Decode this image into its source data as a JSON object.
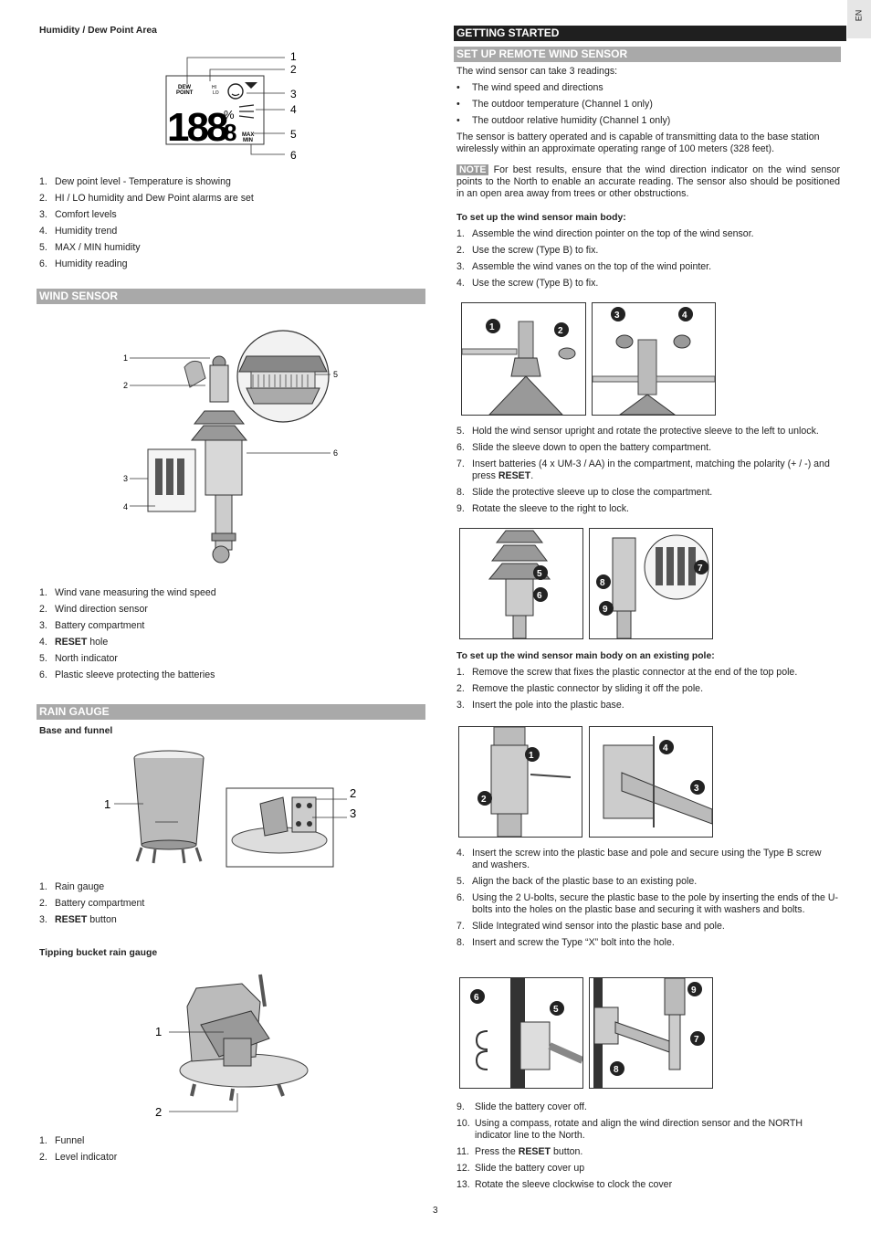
{
  "side_tab": "EN",
  "page_number": "3",
  "humidity": {
    "heading": "Humidity / Dew Point Area",
    "callouts": [
      "1",
      "2",
      "3",
      "4",
      "5",
      "6"
    ],
    "lcd": {
      "dew": "DEW",
      "point": "POINT",
      "hi": "HI",
      "lo": "LO",
      "digits": "188",
      "dec": "8",
      "pct": "%",
      "max": "MAX",
      "min": "MIN"
    },
    "items": [
      "Dew point level - Temperature is showing",
      "HI / LO humidity and Dew Point alarms are set",
      "Comfort levels",
      "Humidity trend",
      "MAX / MIN humidity",
      "Humidity reading"
    ]
  },
  "wind_sensor": {
    "heading": "WIND SENSOR",
    "callouts": [
      "1",
      "2",
      "3",
      "4",
      "5",
      "6"
    ],
    "items": [
      [
        "",
        "Wind vane measuring the wind speed",
        ""
      ],
      [
        "",
        "Wind direction sensor",
        ""
      ],
      [
        "",
        "Battery compartment",
        ""
      ],
      [
        "",
        "RESET",
        " hole"
      ],
      [
        "",
        "North indicator",
        ""
      ],
      [
        "",
        "Plastic sleeve protecting the batteries",
        ""
      ]
    ]
  },
  "rain_gauge": {
    "heading": "RAIN GAUGE",
    "sub1": "Base and funnel",
    "callouts1": [
      "1",
      "2",
      "3"
    ],
    "items1": [
      [
        "",
        "Rain gauge",
        ""
      ],
      [
        "",
        "Battery compartment",
        ""
      ],
      [
        "",
        "RESET",
        " button"
      ]
    ],
    "sub2": "Tipping bucket rain gauge",
    "callouts2": [
      "1",
      "2"
    ],
    "items2": [
      "Funnel",
      "Level indicator"
    ]
  },
  "getting_started": {
    "heading": "GETTING STARTED",
    "sub_heading": "SET UP REMOTE WIND SENSOR",
    "intro": "The wind sensor can take 3 readings:",
    "bullets": [
      "The wind speed and directions",
      "The outdoor temperature (Channel 1 only)",
      "The outdoor relative humidity (Channel 1 only)"
    ],
    "para": "The sensor is battery operated and is capable of transmitting data to the base station wirelessly within an approximate operating range of 100 meters (328 feet).",
    "note_label": "NOTE",
    "note_text": "For best results, ensure that the wind direction indicator on the wind sensor points to the North to enable an accurate reading. The sensor also should be positioned in an open area away from trees or other obstructions.",
    "sub_main": "To set up the wind sensor main body:",
    "steps1": [
      "Assemble the wind direction pointer on the top of the wind sensor.",
      "Use the screw (Type B) to fix.",
      "Assemble the wind vanes on the top of the wind pointer.",
      "Use the screw (Type B) to fix."
    ],
    "steps2": [
      [
        "Hold the wind sensor upright and rotate the protective sleeve to the left to unlock.",
        "",
        ""
      ],
      [
        "Slide the sleeve down to open the battery compartment.",
        "",
        ""
      ],
      [
        "Insert batteries (4 x UM-3 / AA) in the compartment, matching the polarity (+ / -) and press ",
        "RESET",
        "."
      ],
      [
        "Slide the protective sleeve up to close the compartment.",
        "",
        ""
      ],
      [
        "Rotate the sleeve to the right to lock.",
        "",
        ""
      ]
    ],
    "sub_pole": "To set up the wind sensor main body on an existing pole:",
    "steps3": [
      "Remove the screw that fixes the plastic connector at the end of the top pole.",
      "Remove the plastic connector by sliding it off the pole.",
      "Insert the pole into the plastic base."
    ],
    "steps4": [
      "Insert the screw into the plastic base and pole and secure using the Type B screw and washers.",
      "Align the back of the plastic base to an existing pole.",
      "Using the 2 U-bolts, secure the plastic base to the pole by inserting the ends of the U-bolts into the holes on the plastic base and securing it with washers and bolts.",
      "Slide Integrated wind sensor into the plastic base and pole.",
      "Insert and screw the Type “X” bolt into the hole."
    ],
    "steps5": [
      [
        "Slide the battery cover off.",
        "",
        ""
      ],
      [
        "Using a compass, rotate and align the wind direction sensor and the NORTH indicator line to the North.",
        "",
        ""
      ],
      [
        "Press the ",
        "RESET",
        " button."
      ],
      [
        "Slide the battery cover up",
        "",
        ""
      ],
      [
        "Rotate the sleeve clockwise to clock the cover",
        "",
        ""
      ]
    ],
    "markers": {
      "a": [
        "1",
        "2"
      ],
      "b": [
        "3",
        "4"
      ],
      "c": [
        "5",
        "6"
      ],
      "d": [
        "7",
        "8",
        "9"
      ],
      "e": [
        "1",
        "2"
      ],
      "f": [
        "3",
        "4"
      ],
      "g": [
        "5",
        "6"
      ],
      "h": [
        "7",
        "8",
        "9"
      ]
    }
  }
}
